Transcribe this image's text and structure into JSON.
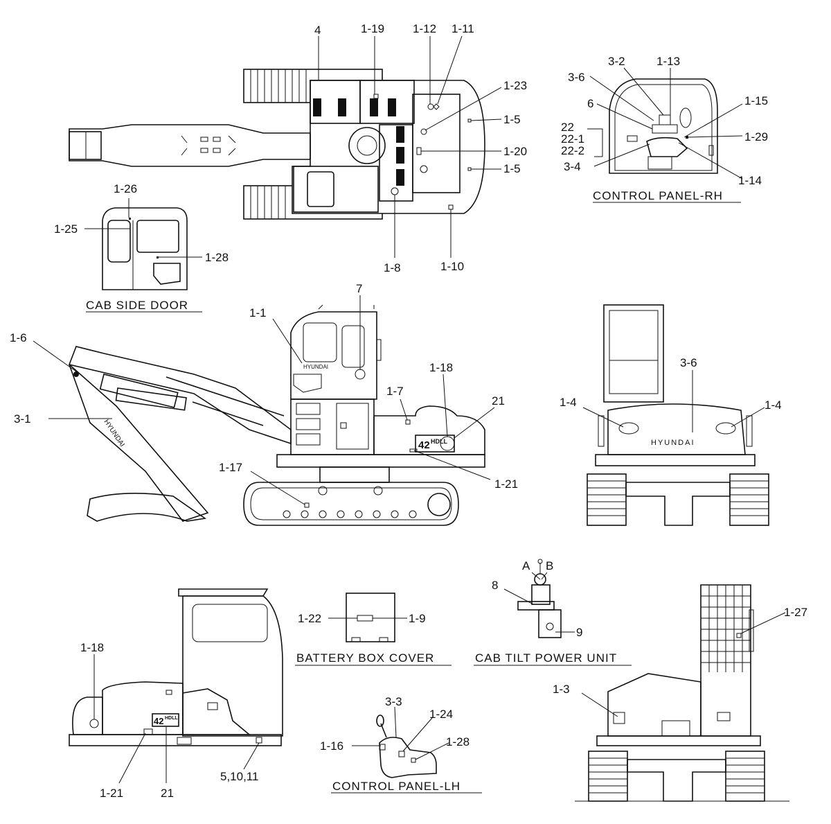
{
  "titles": {
    "control_panel_rh": "CONTROL PANEL-RH",
    "cab_side_door": "CAB SIDE DOOR",
    "battery_box_cover": "BATTERY BOX COVER",
    "cab_tilt_power_unit": "CAB TILT POWER UNIT",
    "control_panel_lh": "CONTROL PANEL-LH"
  },
  "decals": {
    "brand": "HYUNDAI",
    "model": "42",
    "model_suffix": "HDLL"
  },
  "labels": {
    "top_view": [
      "4",
      "1-19",
      "1-12",
      "1-11",
      "1-23",
      "1-5",
      "1-20",
      "1-5",
      "1-8",
      "1-10"
    ],
    "control_panel_rh": [
      "3-2",
      "1-13",
      "3-6",
      "6",
      "1-15",
      "22",
      "22-1",
      "1-29",
      "22-2",
      "3-4",
      "1-14"
    ],
    "cab_side_door": [
      "1-26",
      "1-25",
      "1-28"
    ],
    "side_view": [
      "1-1",
      "7",
      "1-6",
      "1-18",
      "1-7",
      "21",
      "3-1",
      "1-21",
      "1-17"
    ],
    "rear_view": [
      "3-6",
      "1-4",
      "1-4"
    ],
    "lh_view": [
      "1-18",
      "1-21",
      "21",
      "5,10,11"
    ],
    "battery_box_cover": [
      "1-22",
      "1-9"
    ],
    "cab_tilt_power_unit": [
      "A",
      "B",
      "8",
      "9"
    ],
    "control_panel_lh": [
      "3-3",
      "1-24",
      "1-28",
      "1-16"
    ],
    "front_view": [
      "1-27",
      "1-3"
    ]
  }
}
